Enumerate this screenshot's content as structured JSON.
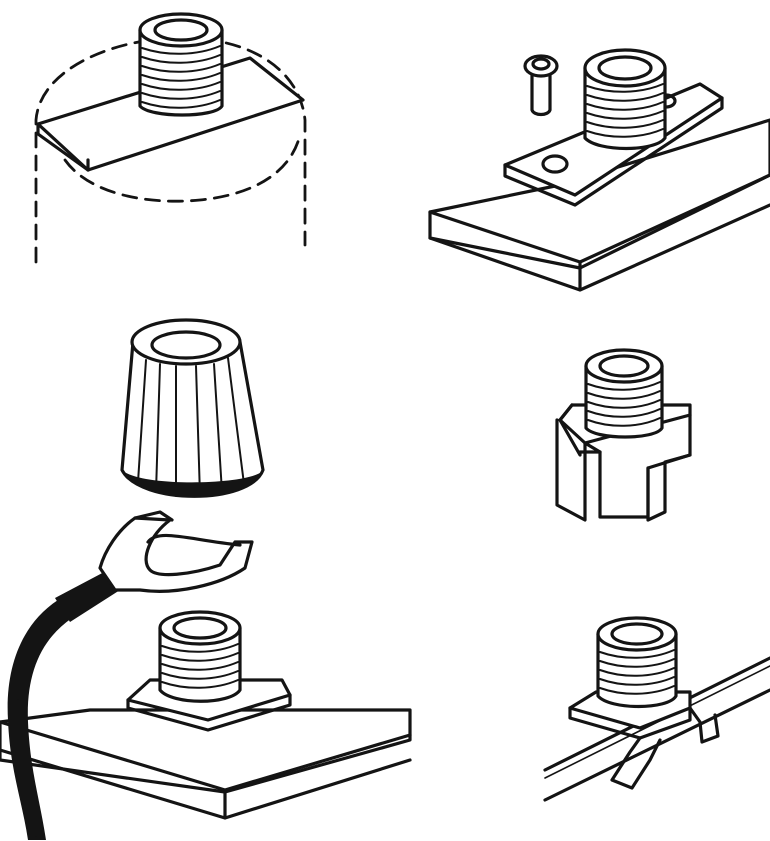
{
  "colors": {
    "ink": "#141414",
    "paper": "#ffffff"
  },
  "figures": [
    {
      "name": "terminal-on-tab-with-dashed-outline"
    },
    {
      "name": "terminal-on-plate-with-rivet"
    },
    {
      "name": "conical-insulating-cap"
    },
    {
      "name": "terminal-on-u-bracket"
    },
    {
      "name": "fork-lug-terminal-on-board"
    },
    {
      "name": "terminal-clip-on-rod"
    }
  ]
}
